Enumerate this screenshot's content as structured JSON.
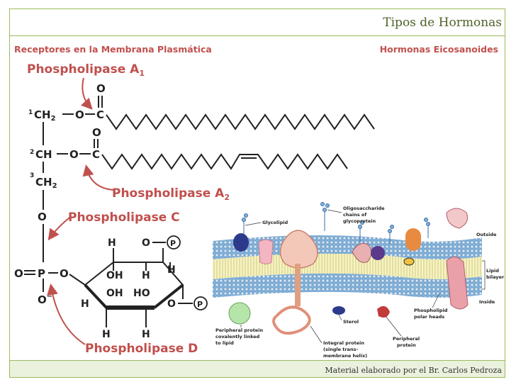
{
  "slide": {
    "title": "Tipos de Hormonas",
    "subtitle_left": "Receptores en la Membrana Plasmática",
    "subtitle_right": "Hormonas Eicosanoides",
    "footer": "Material elaborado por el Br. Carlos Pedroza"
  },
  "figure_chem": {
    "phospholipase_a1": "Phospholipase A",
    "a1_sub": "1",
    "phospholipase_a2": "Phospholipase A",
    "a2_sub": "2",
    "phospholipase_c": "Phospholipase C",
    "phospholipase_d": "Phospholipase D",
    "c1_num": "1",
    "c1_group": "CH",
    "c1_sub": "2",
    "c2_num": "2",
    "c2_group": "CH",
    "c3_num": "3",
    "c3_group": "CH",
    "c3_sub": "2",
    "o_label": "O",
    "c_label": "C",
    "p_label": "P",
    "h_label": "H",
    "oh_label": "OH",
    "ho_label": "HO",
    "o_minus": "O",
    "minus": "−",
    "p_circle": "P"
  },
  "figure_membrane": {
    "glycolipid": "Glycolipid",
    "oligosaccharide_1": "Oligosaccharide",
    "oligosaccharide_2": "chains of",
    "oligosaccharide_3": "glycoprotein",
    "outside": "Outside",
    "lipid_bilayer_1": "Lipid",
    "lipid_bilayer_2": "bilayer",
    "inside": "Inside",
    "phospholipid_1": "Phospholipid",
    "phospholipid_2": "polar heads",
    "peripheral_covalent_1": "Peripheral protein",
    "peripheral_covalent_2": "covalently linked",
    "peripheral_covalent_3": "to lipid",
    "sterol": "Sterol",
    "integral_1": "Integral protein",
    "integral_2": "(single trans-",
    "integral_3": "membrane helix)",
    "peripheral_1": "Peripheral",
    "peripheral_2": "protein"
  },
  "colors": {
    "accent_green": "#9bbb59",
    "label_red": "#c0504d",
    "title_green": "#4f6228",
    "footer_bg": "#eaf1dd"
  }
}
